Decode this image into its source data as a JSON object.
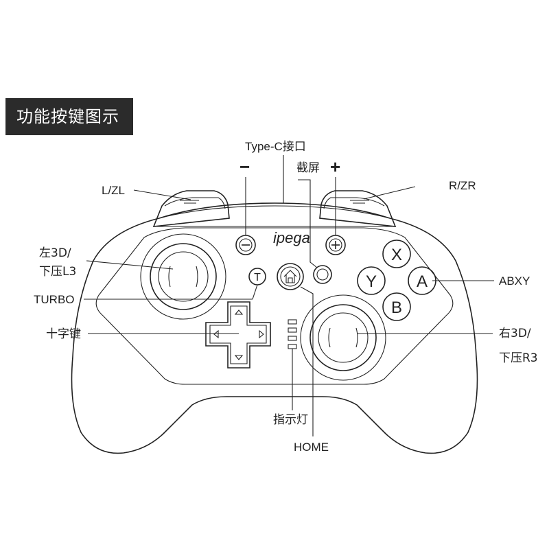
{
  "title": "功能按键图示",
  "brand": "ipega",
  "labels": {
    "type_c": "Type-C接口",
    "minus_sign": "−",
    "plus_sign": "+",
    "screenshot": "截屏",
    "l_zl": "L/ZL",
    "r_zr": "R/ZR",
    "left_stick_line1": "左3D/",
    "left_stick_line2": "下压L3",
    "turbo": "TURBO",
    "dpad": "十字键",
    "indicator": "指示灯",
    "home": "HOME",
    "abxy": "ABXY",
    "right_stick_line1": "右3D/",
    "right_stick_line2": "下压R3"
  },
  "face_buttons": {
    "x": "X",
    "y": "Y",
    "a": "A",
    "b": "B",
    "turbo_mark": "T"
  }
}
